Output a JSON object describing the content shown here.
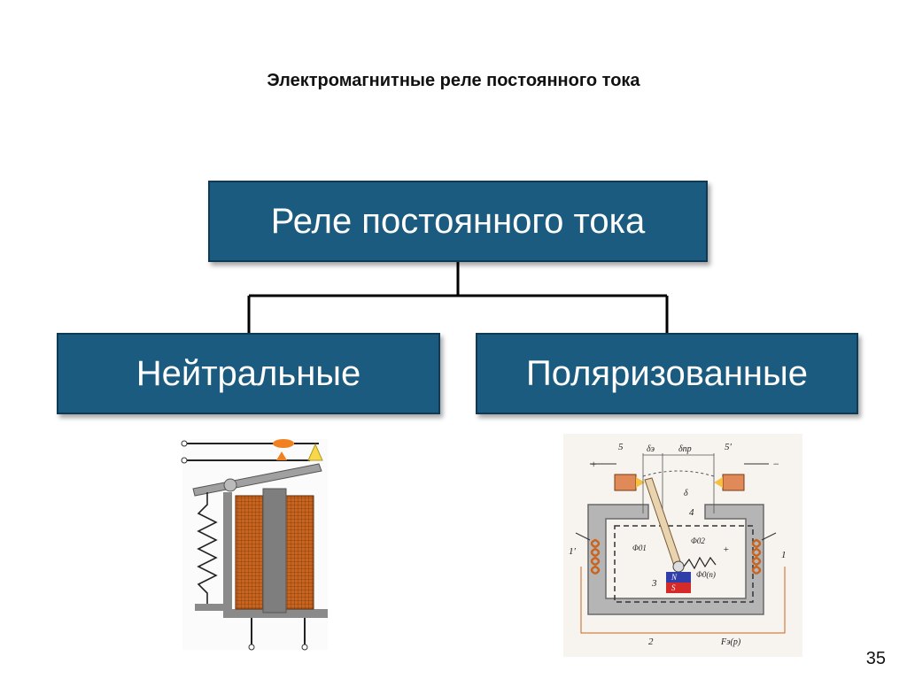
{
  "slide": {
    "title": "Электромагнитные реле постоянного тока",
    "page_number": "35"
  },
  "tree": {
    "root": "Реле постоянного тока",
    "children": [
      "Нейтральные",
      "Поляризованные"
    ]
  },
  "polarized_diagram": {
    "labels": [
      "5",
      "δэ",
      "δпр",
      "5′",
      "+",
      "−",
      "δ",
      "4",
      "Φ01",
      "Φ02",
      "1′",
      "1",
      "+",
      "N",
      "S",
      "3",
      "Φ0(п)",
      "2",
      "Fэ(р)"
    ]
  },
  "colors": {
    "box_fill": "#1a5b7f",
    "box_border": "#0e3a55",
    "coil": "#c8641e",
    "core": "#8a8a8a",
    "magnet_north": "#2f3ea8",
    "magnet_south": "#d42a2a"
  }
}
